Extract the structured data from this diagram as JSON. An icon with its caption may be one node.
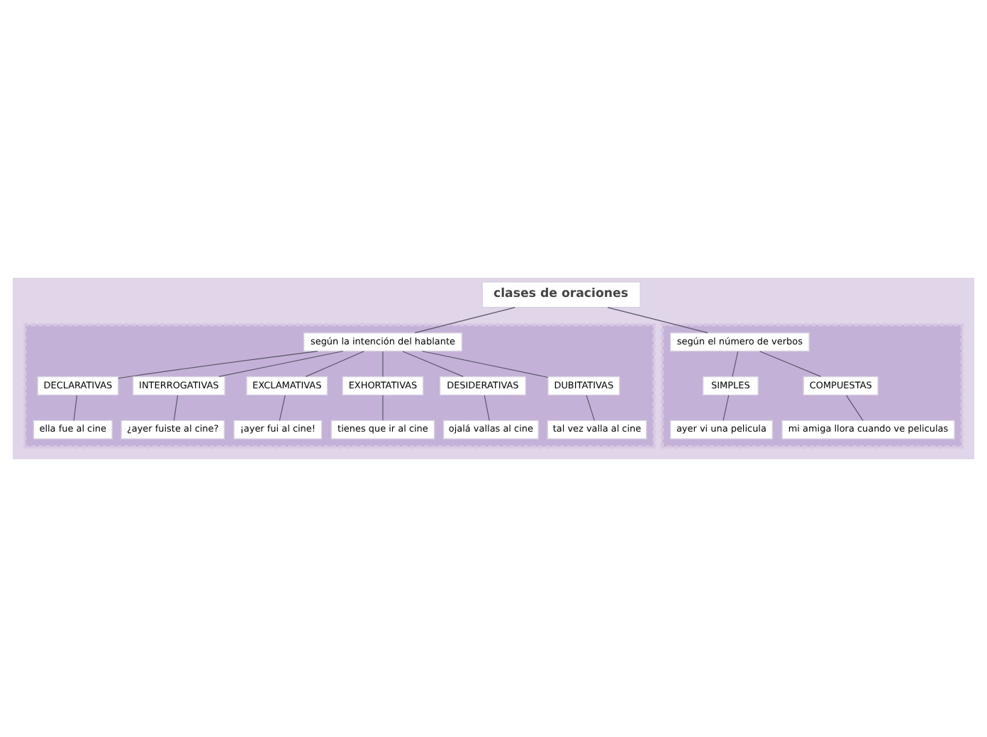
{
  "diagram": {
    "nodes": [
      {
        "text": [
          "clases de oraciones"
        ]
      },
      {
        "text": [],
        "shape": "band"
      },
      {
        "text": [
          "según la intención del hablante"
        ],
        "in": 1
      },
      {
        "text": [
          "DECLARATIVAS"
        ],
        "in": 1
      },
      {
        "text": [
          "INTERROGATIVAS"
        ],
        "in": 1
      },
      {
        "text": [
          "EXCLAMATIVAS"
        ],
        "in": 1
      },
      {
        "text": [
          "EXHORTATIVAS"
        ],
        "in": 1
      },
      {
        "text": [
          "DESIDERATIVAS"
        ],
        "in": 1
      },
      {
        "text": [
          "DUBITATIVAS"
        ],
        "in": 1
      },
      {
        "text": [
          "ella fue al cine"
        ],
        "in": 1
      },
      {
        "text": [
          "¿ayer fuiste al cine?"
        ],
        "in": 1
      },
      {
        "text": [
          "¡ayer fui al cine!"
        ],
        "in": 1
      },
      {
        "text": [
          "tienes que ir al cine"
        ],
        "in": 1
      },
      {
        "text": [
          "ojalá vallas al cine"
        ],
        "in": 1
      },
      {
        "text": [
          "tal vez valla al cine"
        ],
        "in": 1
      },
      {
        "text": [],
        "shape": "band"
      },
      {
        "text": [
          "según el número de verbos"
        ],
        "in": 15
      },
      {
        "text": [
          "SIMPLES"
        ],
        "in": 15
      },
      {
        "text": [
          "COMPUESTAS"
        ],
        "in": 15
      },
      {
        "text": [
          "ayer vi una pelicula"
        ],
        "in": 15
      },
      {
        "text": [
          "mi amiga llora cuando ve peliculas"
        ],
        "in": 15
      }
    ],
    "edges": [
      {
        "from": 0,
        "to": 2,
        "arrow": "none"
      },
      {
        "from": 0,
        "to": 16,
        "arrow": "none"
      },
      {
        "from": 2,
        "to": 3,
        "arrow": "none"
      },
      {
        "from": 2,
        "to": 4,
        "arrow": "none"
      },
      {
        "from": 2,
        "to": 5,
        "arrow": "none"
      },
      {
        "from": 2,
        "to": 6,
        "arrow": "none"
      },
      {
        "from": 2,
        "to": 7,
        "arrow": "none"
      },
      {
        "from": 2,
        "to": 8,
        "arrow": "none"
      },
      {
        "from": 3,
        "to": 9,
        "arrow": "none"
      },
      {
        "from": 4,
        "to": 10,
        "arrow": "none"
      },
      {
        "from": 5,
        "to": 11,
        "arrow": "none"
      },
      {
        "from": 6,
        "to": 12,
        "arrow": "none"
      },
      {
        "from": 7,
        "to": 13,
        "arrow": "none"
      },
      {
        "from": 8,
        "to": 14,
        "arrow": "none"
      },
      {
        "from": 16,
        "to": 17,
        "arrow": "none"
      },
      {
        "from": 16,
        "to": 18,
        "arrow": "none"
      },
      {
        "from": 17,
        "to": 19,
        "arrow": "none"
      },
      {
        "from": 18,
        "to": 20,
        "arrow": "none"
      }
    ]
  }
}
